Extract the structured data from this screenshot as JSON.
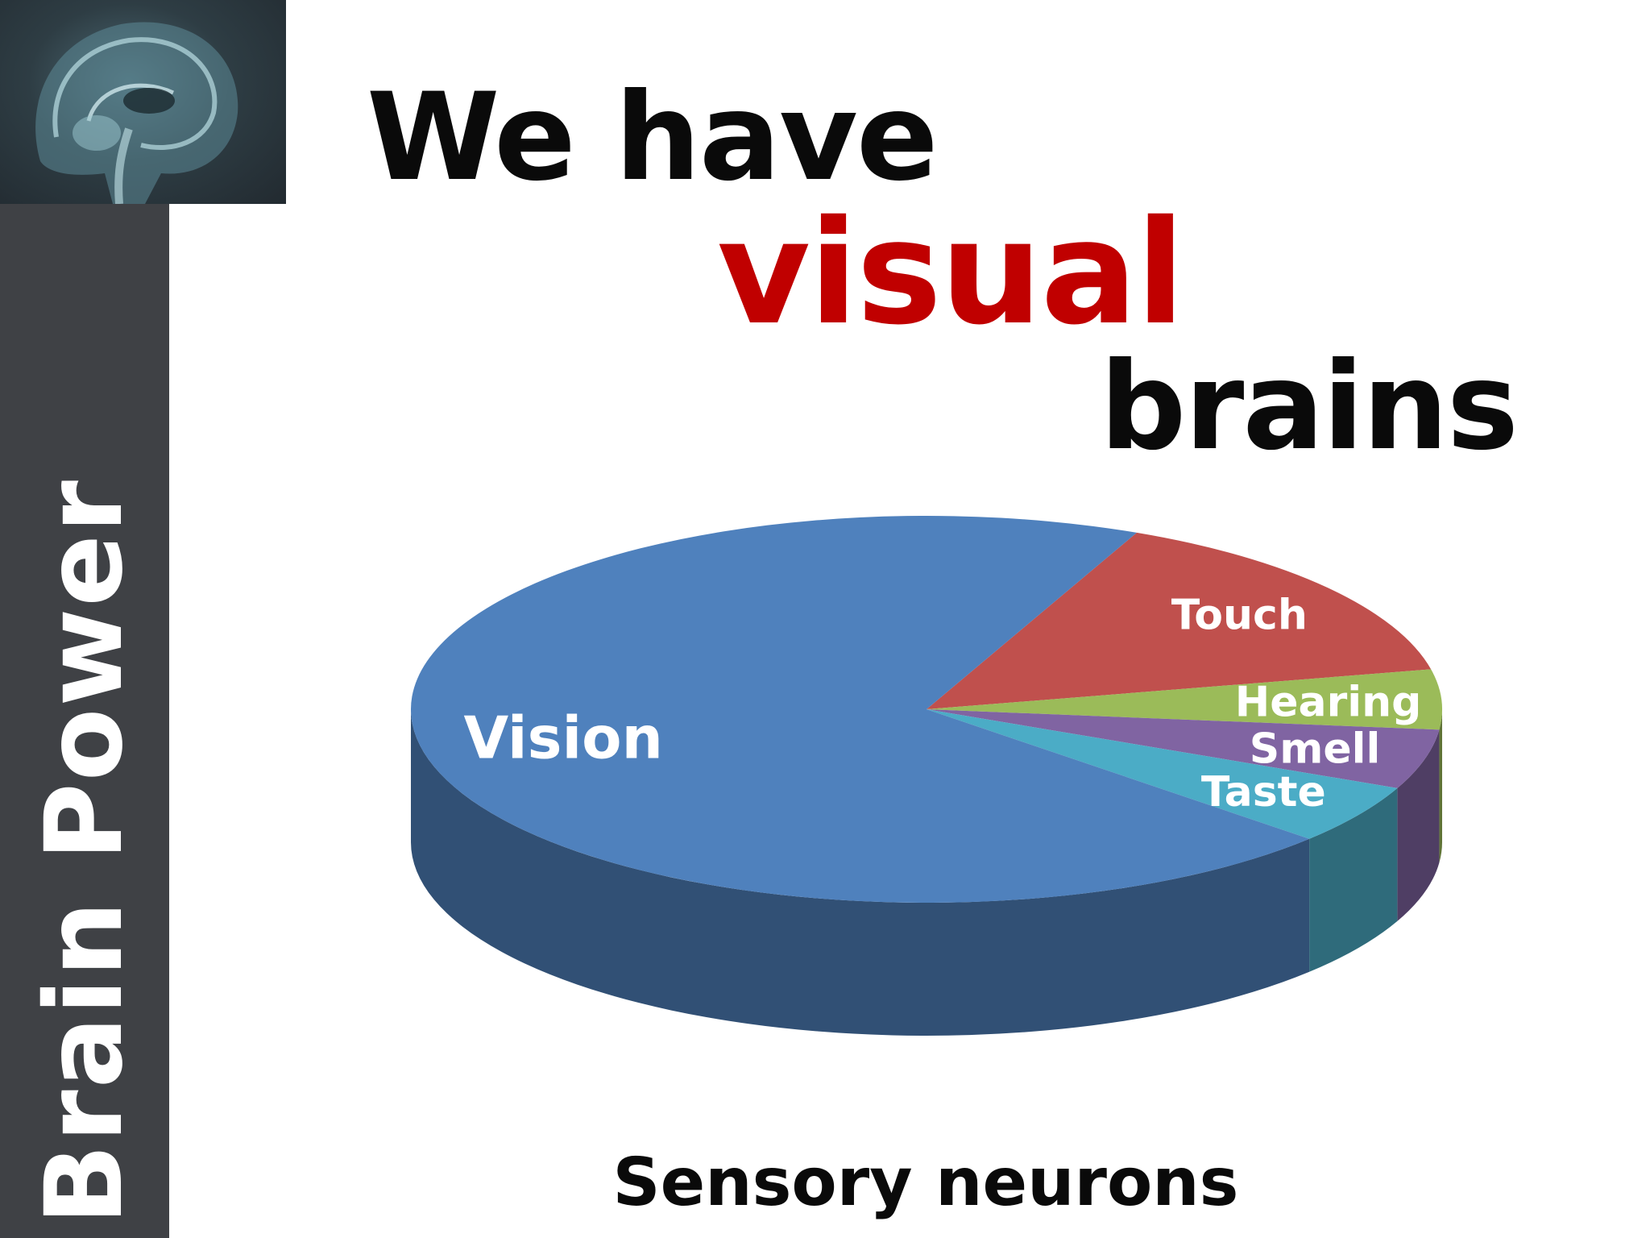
{
  "slide": {
    "sidebar_title": "Brain Power",
    "title_line1": "We have",
    "title_line2": "visual",
    "title_line3": "brains",
    "caption": "Sensory neurons"
  },
  "colors": {
    "sidebar": "#3f4145",
    "accent": "#c00000"
  },
  "chart_data": {
    "type": "pie",
    "categories": [
      "Vision",
      "Touch",
      "Hearing",
      "Smell",
      "Taste"
    ],
    "values": [
      70,
      15,
      5,
      5,
      5
    ],
    "colors": [
      "#4f81bd",
      "#c0504d",
      "#9bbb59",
      "#8064a2",
      "#4bacc6"
    ],
    "title": "",
    "legend": "none",
    "labels_on_slices": true
  }
}
